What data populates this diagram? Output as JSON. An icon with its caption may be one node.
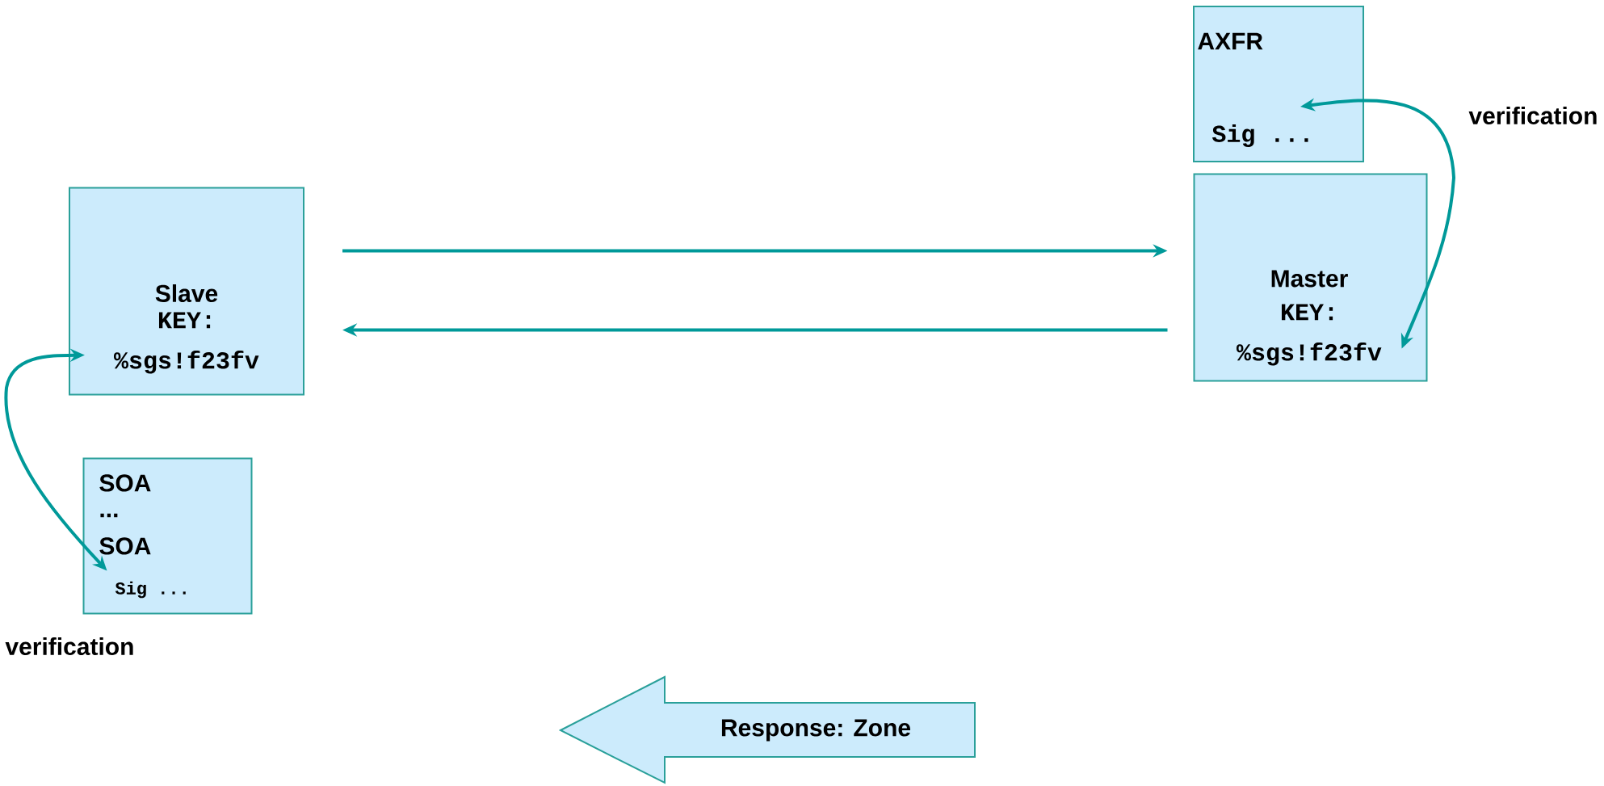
{
  "diagram": {
    "nodes": [
      {
        "text": [
          "Slave",
          "KEY: %sgs!f23fv"
        ]
      },
      {
        "text": [
          "SOA",
          "...",
          "SOA",
          "Sig ..."
        ]
      },
      {
        "text": [
          "AXFR",
          "Sig ..."
        ]
      },
      {
        "text": [
          "Master",
          "KEY: %sgs!f23fv"
        ]
      },
      {
        "text": [
          "Response: Zone"
        ]
      }
    ],
    "edges": [
      {
        "from": 0,
        "to": 3,
        "arrow": "to"
      },
      {
        "from": 3,
        "to": 0,
        "arrow": "to"
      },
      {
        "from": 1,
        "to": 0,
        "arrow": "both"
      },
      {
        "from": 2,
        "to": 3,
        "arrow": "both"
      }
    ],
    "labels": [
      "verification",
      "verification"
    ]
  }
}
